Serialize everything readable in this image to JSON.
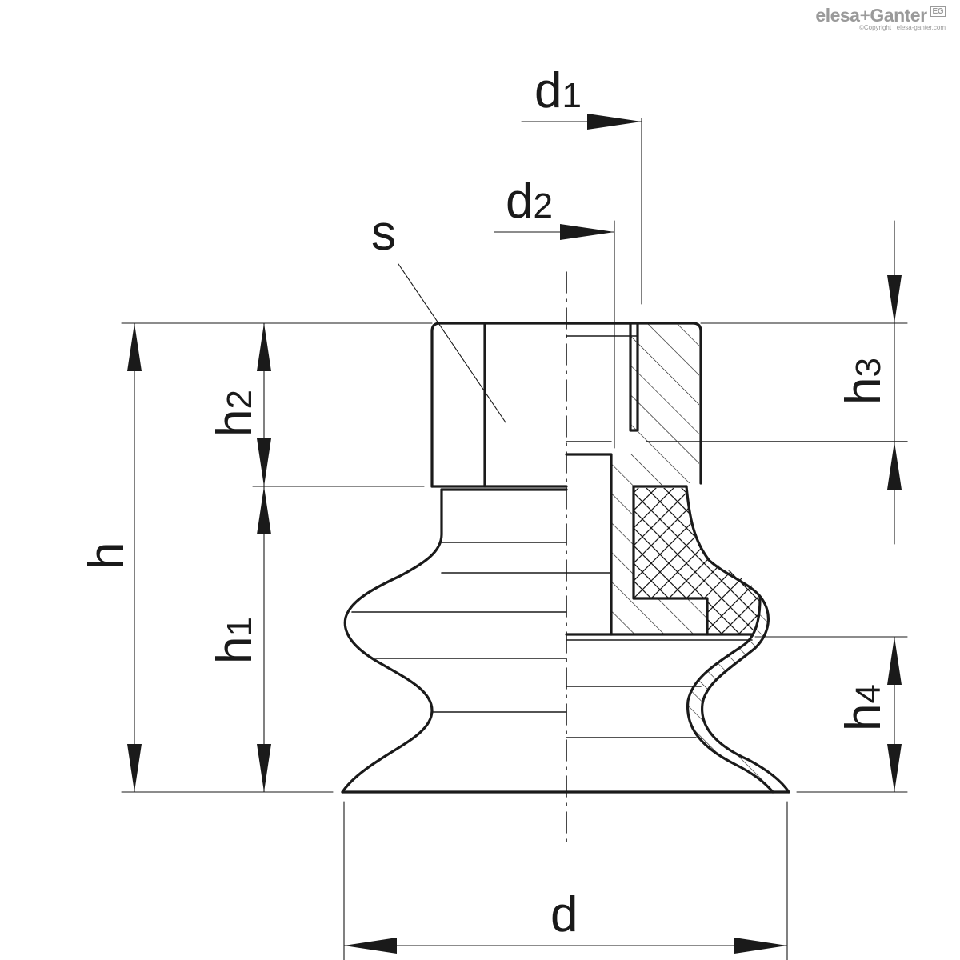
{
  "brand": {
    "name_left": "elesa",
    "plus": "+",
    "name_right": "Ganter",
    "badge": "EG",
    "copyright": "©Copyright | elesa-ganter.com"
  },
  "labels": {
    "d1": {
      "main": "d",
      "sub": "1"
    },
    "d2": {
      "main": "d",
      "sub": "2"
    },
    "s": "s",
    "h": "h",
    "h1": {
      "main": "h",
      "sub": "1"
    },
    "h2": {
      "main": "h",
      "sub": "2"
    },
    "h3": {
      "main": "h",
      "sub": "3"
    },
    "h4": {
      "main": "h",
      "sub": "4"
    },
    "d": "d"
  }
}
